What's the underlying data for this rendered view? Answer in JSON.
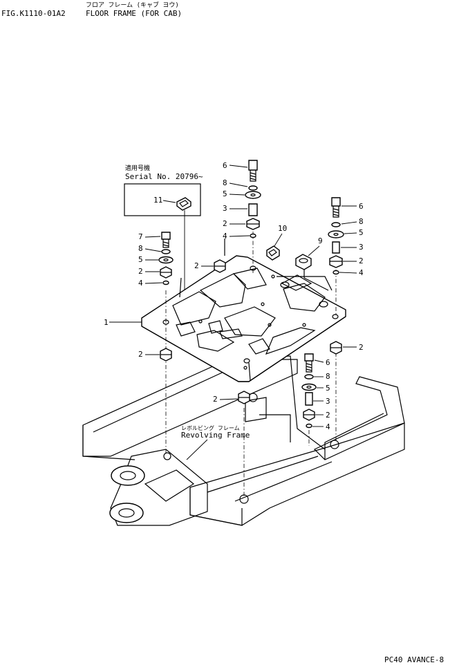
{
  "header": {
    "japanese_title": "フロア フレーム (キャブ ヨウ)",
    "fig_number": "FIG.K1110-01A2",
    "title": "FLOOR FRAME (FOR CAB)"
  },
  "serial_box": {
    "japanese_label": "適用号機",
    "label": "Serial No. 20796~"
  },
  "frame_label": {
    "japanese": "レボルビング フレーム",
    "english": "Revolving Frame"
  },
  "callouts": {
    "c1": "1",
    "c2": "2",
    "c3": "3",
    "c4": "4",
    "c5": "5",
    "c6": "6",
    "c7": "7",
    "c8": "8",
    "c9": "9",
    "c10": "10",
    "c11": "11"
  },
  "footer": "PC40 AVANCE-8"
}
